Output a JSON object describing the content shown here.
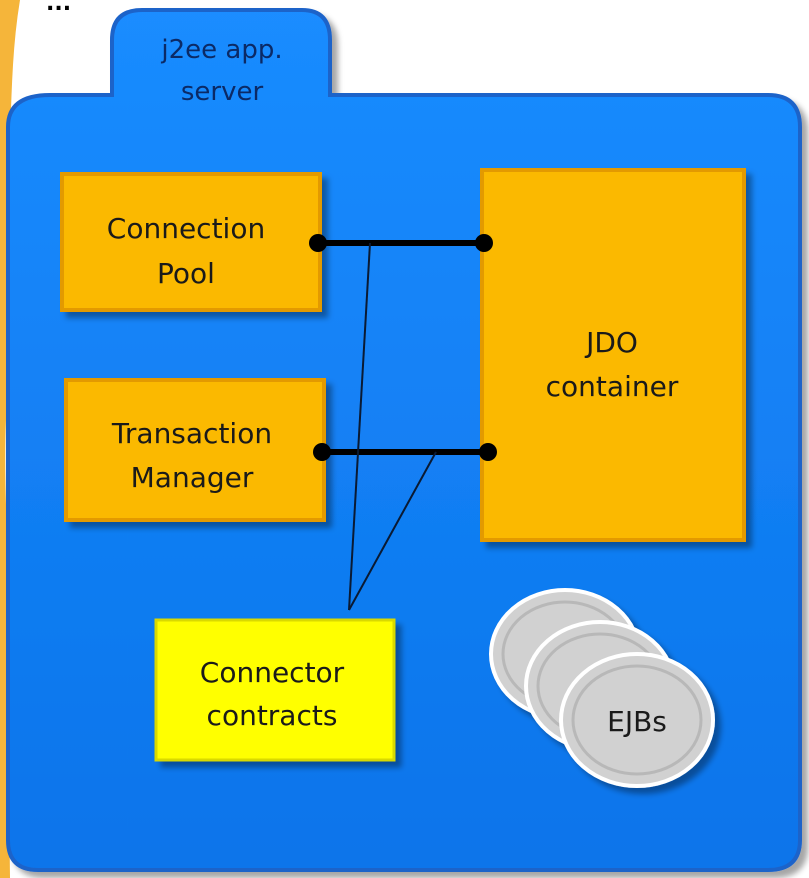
{
  "top_fragment": "...",
  "server": {
    "tab_label_line1": "j2ee app.",
    "tab_label_line2": "server"
  },
  "boxes": {
    "connection_pool": {
      "line1": "Connection",
      "line2": "Pool"
    },
    "transaction_manager": {
      "line1": "Transaction",
      "line2": "Manager"
    },
    "jdo_container": {
      "line1": "JDO",
      "line2": "container"
    },
    "connector_contracts": {
      "line1": "Connector",
      "line2": "contracts"
    }
  },
  "ejbs": {
    "label": "EJBs"
  },
  "colors": {
    "server_blue": "#0f7ff2",
    "server_border": "#2a6fd4",
    "box_orange": "#fbb900",
    "box_orange_border": "#e39a00",
    "connector_yellow": "#ffff00",
    "ejb_gray": "#d1d1d1",
    "left_edge_orange": "#f5b53a"
  }
}
